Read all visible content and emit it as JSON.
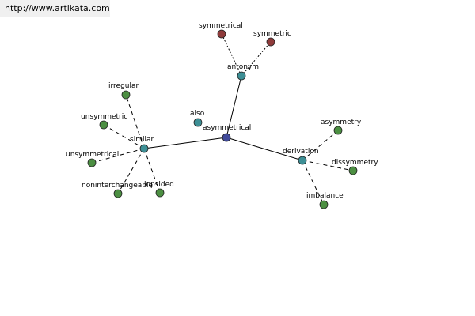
{
  "source_url": "http://www.artikata.com",
  "colors": {
    "center": "#404a9a",
    "category": "#3d8f95",
    "antonym_leaf": "#8f3b3b",
    "leaf": "#4c8f42",
    "edge": "#000000",
    "banner_bg": "#f0f0f0"
  },
  "nodes": [
    {
      "id": "asymmetrical",
      "label": "asymmetrical",
      "kind": "center"
    },
    {
      "id": "antonym",
      "label": "antonym",
      "kind": "category"
    },
    {
      "id": "similar",
      "label": "similar",
      "kind": "category"
    },
    {
      "id": "derivation",
      "label": "derivation",
      "kind": "category"
    },
    {
      "id": "also",
      "label": "also",
      "kind": "category"
    },
    {
      "id": "symmetrical",
      "label": "symmetrical",
      "kind": "antonym_leaf"
    },
    {
      "id": "symmetric",
      "label": "symmetric",
      "kind": "antonym_leaf"
    },
    {
      "id": "irregular",
      "label": "irregular",
      "kind": "leaf"
    },
    {
      "id": "unsymmetric",
      "label": "unsymmetric",
      "kind": "leaf"
    },
    {
      "id": "unsymmetrical",
      "label": "unsymmetrical",
      "kind": "leaf"
    },
    {
      "id": "noninterchangeable",
      "label": "noninterchangeable",
      "kind": "leaf"
    },
    {
      "id": "lopsided",
      "label": "lopsided",
      "kind": "leaf"
    },
    {
      "id": "asymmetry",
      "label": "asymmetry",
      "kind": "leaf"
    },
    {
      "id": "dissymmetry",
      "label": "dissymmetry",
      "kind": "leaf"
    },
    {
      "id": "imbalance",
      "label": "imbalance",
      "kind": "leaf"
    }
  ],
  "edges": [
    {
      "from": "asymmetrical",
      "to": "antonym",
      "style": "solid"
    },
    {
      "from": "asymmetrical",
      "to": "similar",
      "style": "solid"
    },
    {
      "from": "asymmetrical",
      "to": "derivation",
      "style": "solid"
    },
    {
      "from": "antonym",
      "to": "symmetrical",
      "style": "dotted"
    },
    {
      "from": "antonym",
      "to": "symmetric",
      "style": "dotted"
    },
    {
      "from": "similar",
      "to": "irregular",
      "style": "dashed"
    },
    {
      "from": "similar",
      "to": "unsymmetric",
      "style": "dashed"
    },
    {
      "from": "similar",
      "to": "unsymmetrical",
      "style": "dashed"
    },
    {
      "from": "similar",
      "to": "noninterchangeable",
      "style": "dashed"
    },
    {
      "from": "similar",
      "to": "lopsided",
      "style": "dashed"
    },
    {
      "from": "derivation",
      "to": "asymmetry",
      "style": "dashed"
    },
    {
      "from": "derivation",
      "to": "dissymmetry",
      "style": "dashed"
    },
    {
      "from": "derivation",
      "to": "imbalance",
      "style": "dashed"
    }
  ]
}
